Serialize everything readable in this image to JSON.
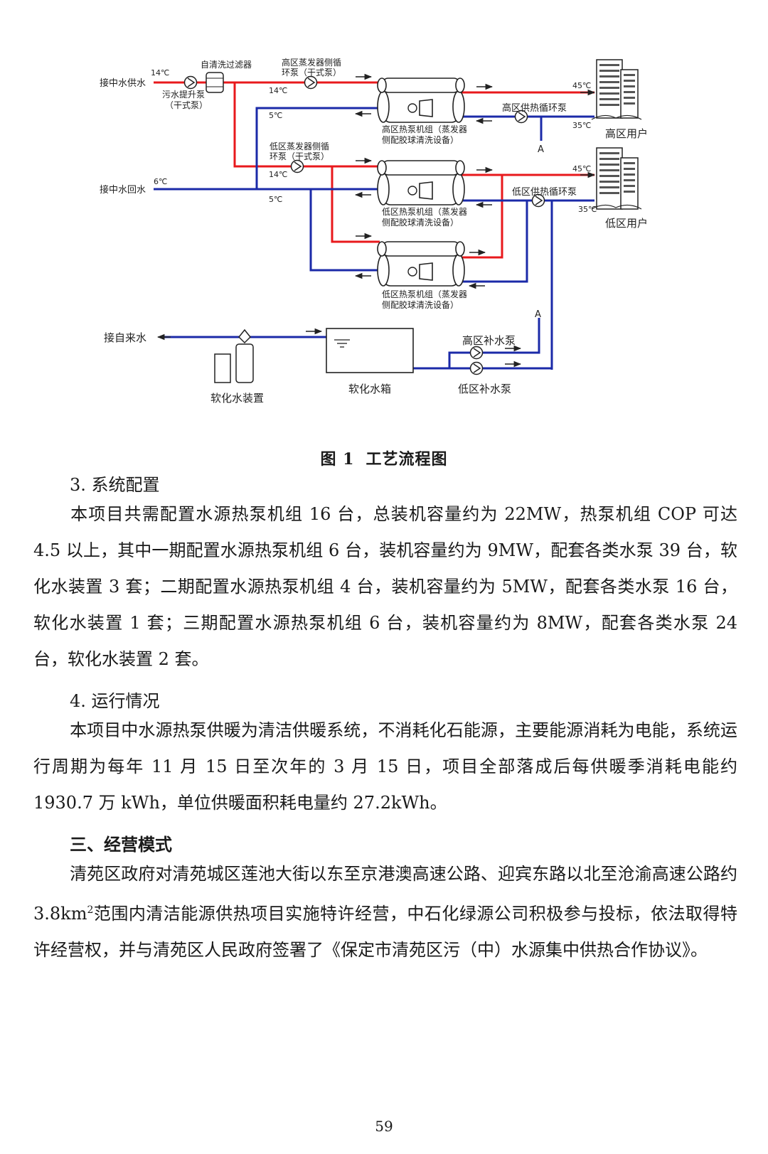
{
  "figure": {
    "labels": {
      "mid_water_supply": "接中水供水",
      "mid_water_return": "接中水回水",
      "self_clean_filter": "自清洗过滤器",
      "sewage_pump_l1": "污水提升泵",
      "sewage_pump_l2": "（干式泵）",
      "high_evap_pump_l1": "高区蒸发器侧循",
      "high_evap_pump_l2": "环泵（干式泵）",
      "low_evap_pump_l1": "低区蒸发器侧循",
      "low_evap_pump_l2": "环泵（干式泵）",
      "high_unit_l1": "高区热泵机组（蒸发器",
      "high_unit_l2": "侧配胶球清洗设备）",
      "low_unit1_l1": "低区热泵机组（蒸发器",
      "low_unit1_l2": "侧配胶球清洗设备）",
      "low_unit2_l1": "低区热泵机组（蒸发器",
      "low_unit2_l2": "侧配胶球清洗设备）",
      "high_circ_pump": "高区供热循环泵",
      "low_circ_pump": "低区供热循环泵",
      "high_users": "高区用户",
      "low_users": "低区用户",
      "tap_water": "接自来水",
      "softener": "软化水装置",
      "soft_tank": "软化水箱",
      "high_makeup_pump": "高区补水泵",
      "low_makeup_pump": "低区补水泵",
      "point_a": "A",
      "t14": "14℃",
      "t5": "5℃",
      "t6": "6℃",
      "t45": "45℃",
      "t35": "35℃"
    },
    "colors": {
      "hot": "#e8191c",
      "cold": "#1b2aa8",
      "line": "#222222"
    },
    "caption_num": "图 1",
    "caption_title": "工艺流程图"
  },
  "section3": {
    "heading": "3. 系统配置",
    "text": "本项目共需配置水源热泵机组 16 台，总装机容量约为 22MW，热泵机组 COP 可达 4.5 以上，其中一期配置水源热泵机组 6 台，装机容量约为 9MW，配套各类水泵 39 台，软化水装置 3 套；二期配置水源热泵机组 4 台，装机容量约为 5MW，配套各类水泵 16 台，软化水装置 1 套；三期配置水源热泵机组 6 台，装机容量约为 8MW，配套各类水泵 24 台，软化水装置 2 套。"
  },
  "section4": {
    "heading": "4. 运行情况",
    "text": "本项目中水源热泵供暖为清洁供暖系统，不消耗化石能源，主要能源消耗为电能，系统运行周期为每年 11 月 15 日至次年的 3 月 15 日，项目全部落成后每供暖季消耗电能约 1930.7 万 kWh，单位供暖面积耗电量约 27.2kWh。"
  },
  "section_ops": {
    "heading": "三、经营模式",
    "text_a": "清苑区政府对清苑城区莲池大街以东至京港澳高速公路、迎宾东路以北至沧渝高速公路约 3.8km",
    "text_sup": "2",
    "text_b": "范围内清洁能源供热项目实施特许经营，中石化绿源公司积极参与投标，依法取得特许经营权，并与清苑区人民政府签署了《保定市清苑区污（中）水源集中供热合作协议》。"
  },
  "page_number": "59"
}
